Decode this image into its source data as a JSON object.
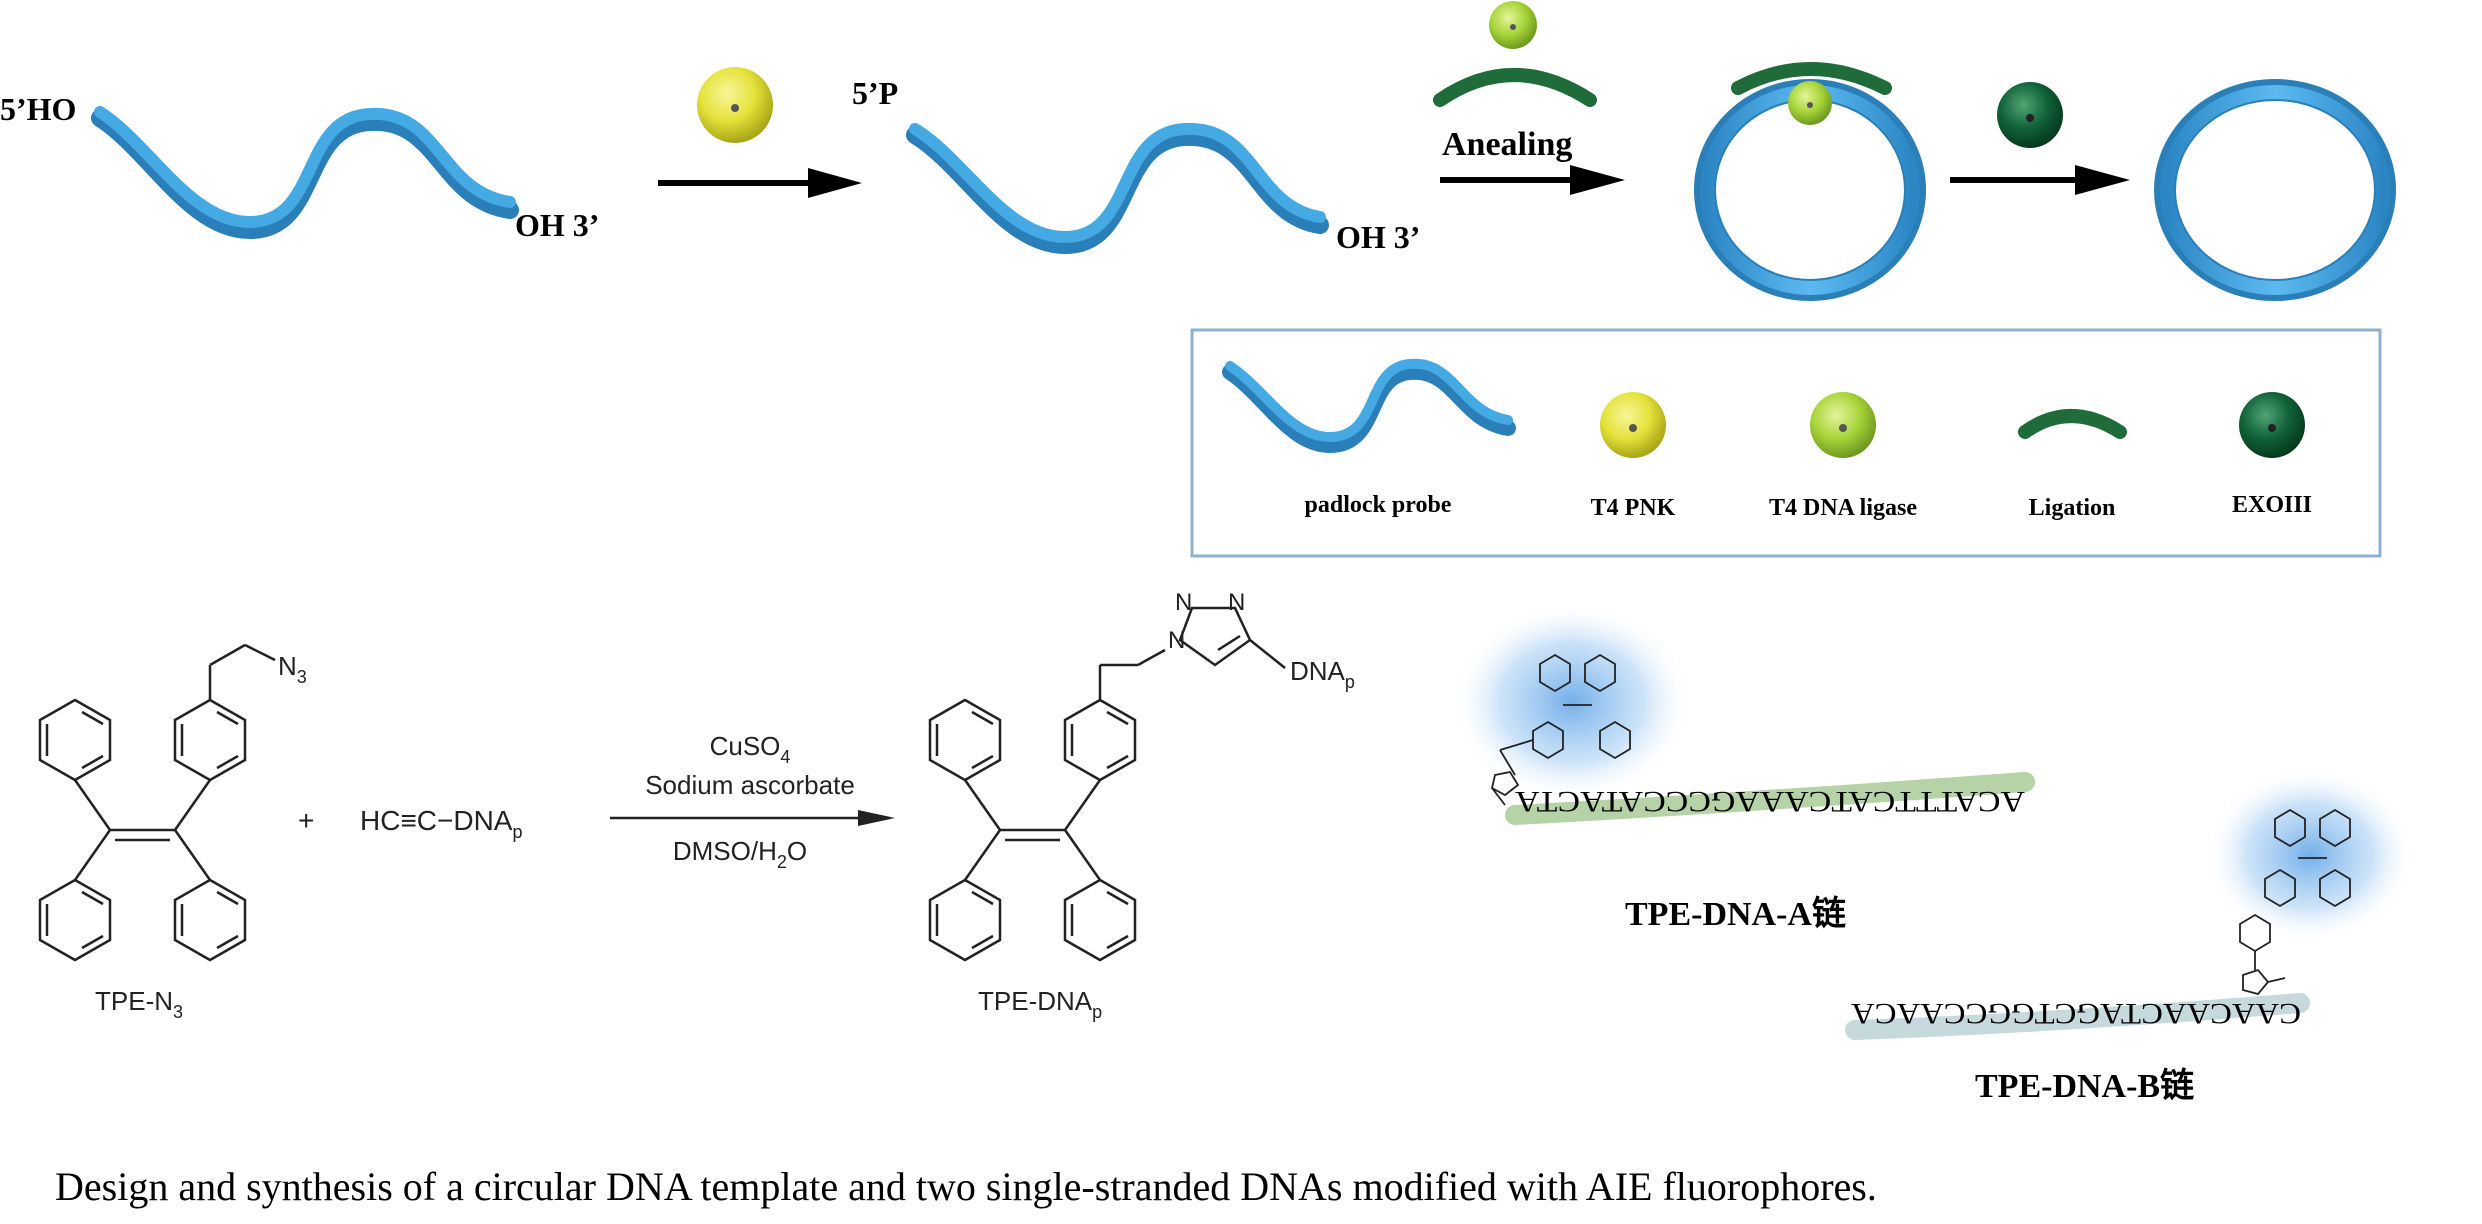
{
  "top_scheme": {
    "label_5ho": "5’HO",
    "label_oh3_a": "OH 3’",
    "label_5p": "5’P",
    "label_oh3_b": "OH 3’",
    "label_annealing": "Anealing"
  },
  "legend": {
    "items": [
      {
        "label": "padlock probe"
      },
      {
        "label": "T4 PNK"
      },
      {
        "label": "T4 DNA ligase"
      },
      {
        "label": "Ligation"
      },
      {
        "label": "EXOIII"
      }
    ]
  },
  "reaction": {
    "n3_label": "N",
    "n3_sub": "3",
    "reactant1_name": "TPE-N",
    "reactant1_sub": "3",
    "plus": "+",
    "alkyne_prefix": "HC≡C−DNA",
    "alkyne_sub": "p",
    "reagent_line1": "CuSO",
    "reagent_line1_sub": "4",
    "reagent_line2": "Sodium ascorbate",
    "solvent_prefix": "DMSO/H",
    "solvent_sub": "2",
    "solvent_suffix": "O",
    "triazole_n1": "N",
    "triazole_n2": "N",
    "triazole_n3": "N",
    "product_dna": "DNA",
    "product_dna_sub": "p",
    "product_name": "TPE-DNA",
    "product_sub": "p"
  },
  "strands": {
    "a_sequence": "ACATTTCATCAAAGCCCATACTA",
    "a_label": "TPE-DNA-A链",
    "b_sequence": "CAACAACTAGCTGGCCAACA",
    "b_label": "TPE-DNA-B链"
  },
  "caption": "Design and synthesis of a circular DNA template and two single-stranded DNAs modified with AIE fluorophores.",
  "colors": {
    "ribbon": "#45a9e3",
    "ribbon_dark": "#2a7fb8",
    "pnk_yellow": "#e4e23a",
    "ligase_green": "#a8d43a",
    "ligation_dark_green": "#1f6b3a",
    "exo_green": "#0e5a30",
    "legend_border": "#8fb0cf",
    "strand_a_band": "#b5d3a6",
    "strand_b_band": "#c6d9dc",
    "glow_blue": "#5aa0e6"
  }
}
